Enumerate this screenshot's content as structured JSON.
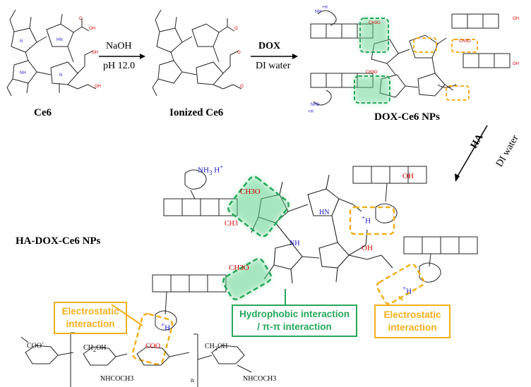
{
  "labels": {
    "ce6": "Ce6",
    "ionized": "Ionized Ce6",
    "dox_nps": "DOX-Ce6  NPs",
    "ha_dox_nps": "HA-DOX-Ce6 NPs"
  },
  "reactions": {
    "step1_top": "NaOH",
    "step1_bottom": "pH 12.0",
    "step2_top": "DOX",
    "step2_bottom": "DI water",
    "step3_left": "HA",
    "step3_right": "DI water"
  },
  "annotations": {
    "electrostatic_left_1": "Electrostatic",
    "electrostatic_left_2": "interaction",
    "hydrophobic_1": "Hydrophobic interaction",
    "hydrophobic_2": "/ π-π interaction",
    "electrostatic_right_1": "Electrostatic",
    "electrostatic_right_2": "interaction"
  },
  "chem_text": {
    "nh3_plus": "NH",
    "h_plus": "H",
    "ch3o": "CH3O",
    "oh": "OH",
    "o": "O",
    "cooh": "OH",
    "coo_minus": "COO",
    "ch2oh": "CH2OH",
    "nhcoch3": "NHCOCH3",
    "n": "n",
    "nh": "NH",
    "hn": "HN",
    "ch3": "CH3"
  },
  "colors": {
    "orange": "#f2b01e",
    "green": "#25a85a",
    "red": "#d40000",
    "blue": "#1a1acc"
  }
}
